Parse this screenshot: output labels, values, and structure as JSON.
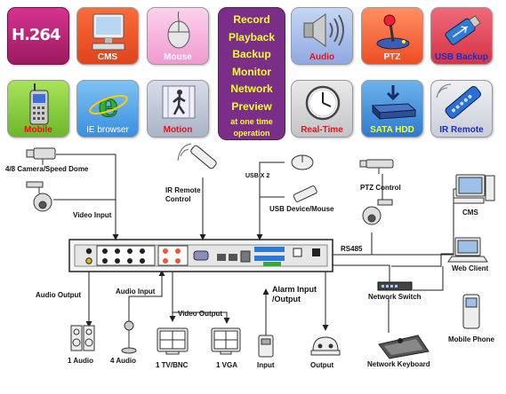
{
  "features": {
    "h264": "H.264",
    "cms": "CMS",
    "mouse": "Mouse",
    "audio": "Audio",
    "ptz": "PTZ",
    "usb_backup": "USB Backup",
    "mobile": "Mobile",
    "ie_browser": "IE browser",
    "motion": "Motion",
    "real_time": "Real-Time",
    "sata_hdd": "SATA HDD",
    "ir_remote": "IR Remote"
  },
  "center_panel": {
    "items": [
      "Record",
      "Playback",
      "Backup",
      "Monitor",
      "Network",
      "Preview"
    ],
    "note": [
      "at one time",
      "operation"
    ]
  },
  "diagram": {
    "camera": "4/8 Camera/Speed Dome",
    "video_input": "Video Input",
    "ir_remote_control": [
      "IR Remote",
      "Control"
    ],
    "usb_x2": "USB X 2",
    "usb_device_mouse": "USB Device/Mouse",
    "ptz_control": "PTZ Control",
    "cms": "CMS",
    "rs485": "RS485",
    "web_client": "Web Client",
    "network_switch": "Network Switch",
    "mobile_phone": "Mobile Phone",
    "network_keyboard": "Network Keyboard",
    "audio_output": "Audio Output",
    "audio_input": "Audio Input",
    "video_output": "Video Output",
    "alarm_io": [
      "Alarm Input",
      "/Output"
    ],
    "one_audio": "1 Audio",
    "four_audio": "4 Audio",
    "tv_bnc": "1 TV/BNC",
    "vga": "1 VGA",
    "input": "Input",
    "output": "Output"
  },
  "colors": {
    "tile_label_red": "#e8121a",
    "tile_label_blue": "#1b2dbf",
    "tile_label_white": "#ffffff",
    "center_bg": "#7b2e87",
    "center_text": "#f6ff2b",
    "line": "#222222"
  }
}
